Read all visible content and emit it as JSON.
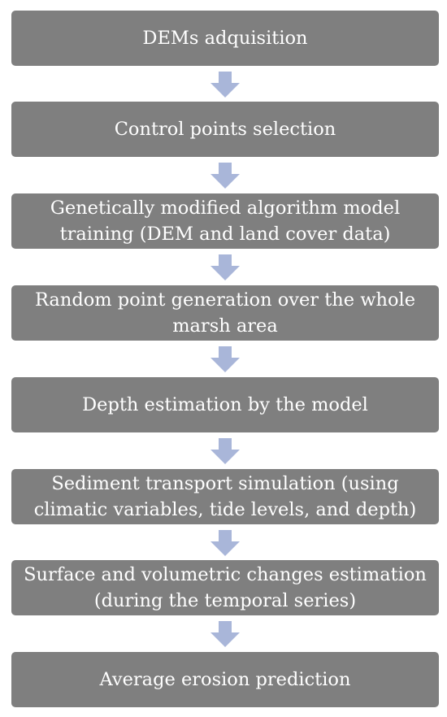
{
  "flowchart": {
    "steps": [
      {
        "label": "DEMs adquisition"
      },
      {
        "label": "Control points selection"
      },
      {
        "label": "Genetically modified algorithm model training (DEM and land cover data)"
      },
      {
        "label": "Random point generation over the whole marsh area"
      },
      {
        "label": "Depth estimation by the model"
      },
      {
        "label": "Sediment transport simulation (using climatic variables, tide levels, and depth)"
      },
      {
        "label": "Surface and volumetric changes estimation (during the temporal series)"
      },
      {
        "label": "Average erosion prediction"
      }
    ],
    "colors": {
      "box_fill": "#7f7f7f",
      "box_text": "#ffffff",
      "arrow_fill": "#a9b6d9"
    },
    "arrow_icon": "down-arrow-icon"
  }
}
